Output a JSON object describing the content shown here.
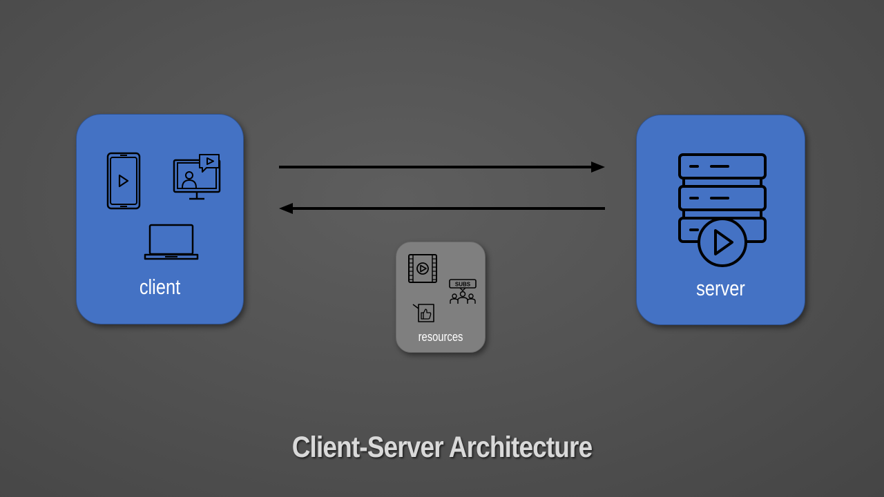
{
  "title": "Client-Server Architecture",
  "nodes": {
    "client": {
      "label": "client",
      "icons": [
        "smartphone-play-icon",
        "monitor-video-icon",
        "laptop-icon"
      ]
    },
    "server": {
      "label": "server",
      "icons": [
        "server-stack-play-icon"
      ]
    },
    "resources": {
      "label": "resources",
      "icons": [
        "video-film-icon",
        "subscribers-icon",
        "like-comment-icon"
      ]
    }
  },
  "edges": [
    {
      "from": "client",
      "to": "server",
      "label": ""
    },
    {
      "from": "server",
      "to": "client",
      "label": ""
    }
  ],
  "colors": {
    "node_fill": "#4472c4",
    "resources_fill": "#7f7f7f",
    "arrow": "#000000",
    "title": "#d9d9d9"
  }
}
